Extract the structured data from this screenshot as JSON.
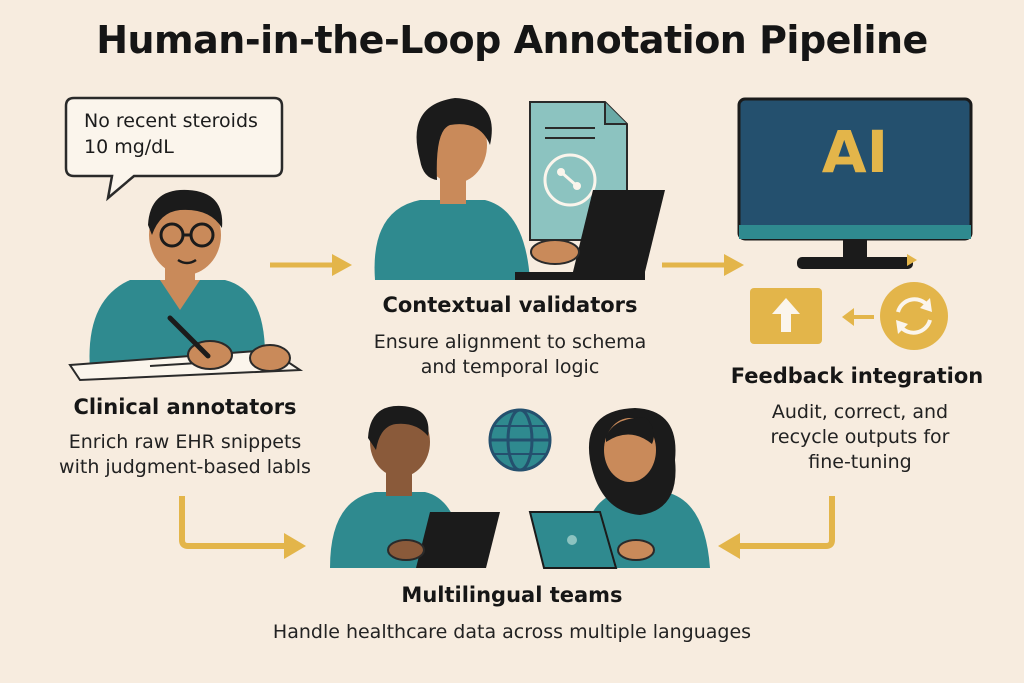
{
  "title": "Human-in-the-Loop Annotation Pipeline",
  "speech_bubble": {
    "line1": "No recent steroids",
    "line2": "10 mg/dL"
  },
  "monitor": {
    "label": "AI"
  },
  "nodes": {
    "clinical": {
      "heading": "Clinical annotators",
      "desc1": "Enrich raw EHR snippets",
      "desc2": "with judgment-based labls"
    },
    "contextual": {
      "heading": "Contextual validators",
      "desc1": "Ensure alignment to schema",
      "desc2": "and temporal logic"
    },
    "feedback": {
      "heading": "Feedback integration",
      "desc1": "Audit, correct, and",
      "desc2": "recycle outputs for",
      "desc3": "fine-tuning"
    },
    "multilingual": {
      "heading": "Multilingual teams",
      "desc1": "Handle healthcare data across multiple languages"
    }
  },
  "colors": {
    "background": "#f7ecdf",
    "teal": "#2f8a8f",
    "skin": "#c98a5a",
    "gold": "#e3b54a",
    "navy": "#24506e",
    "dark": "#1b1b1b"
  }
}
